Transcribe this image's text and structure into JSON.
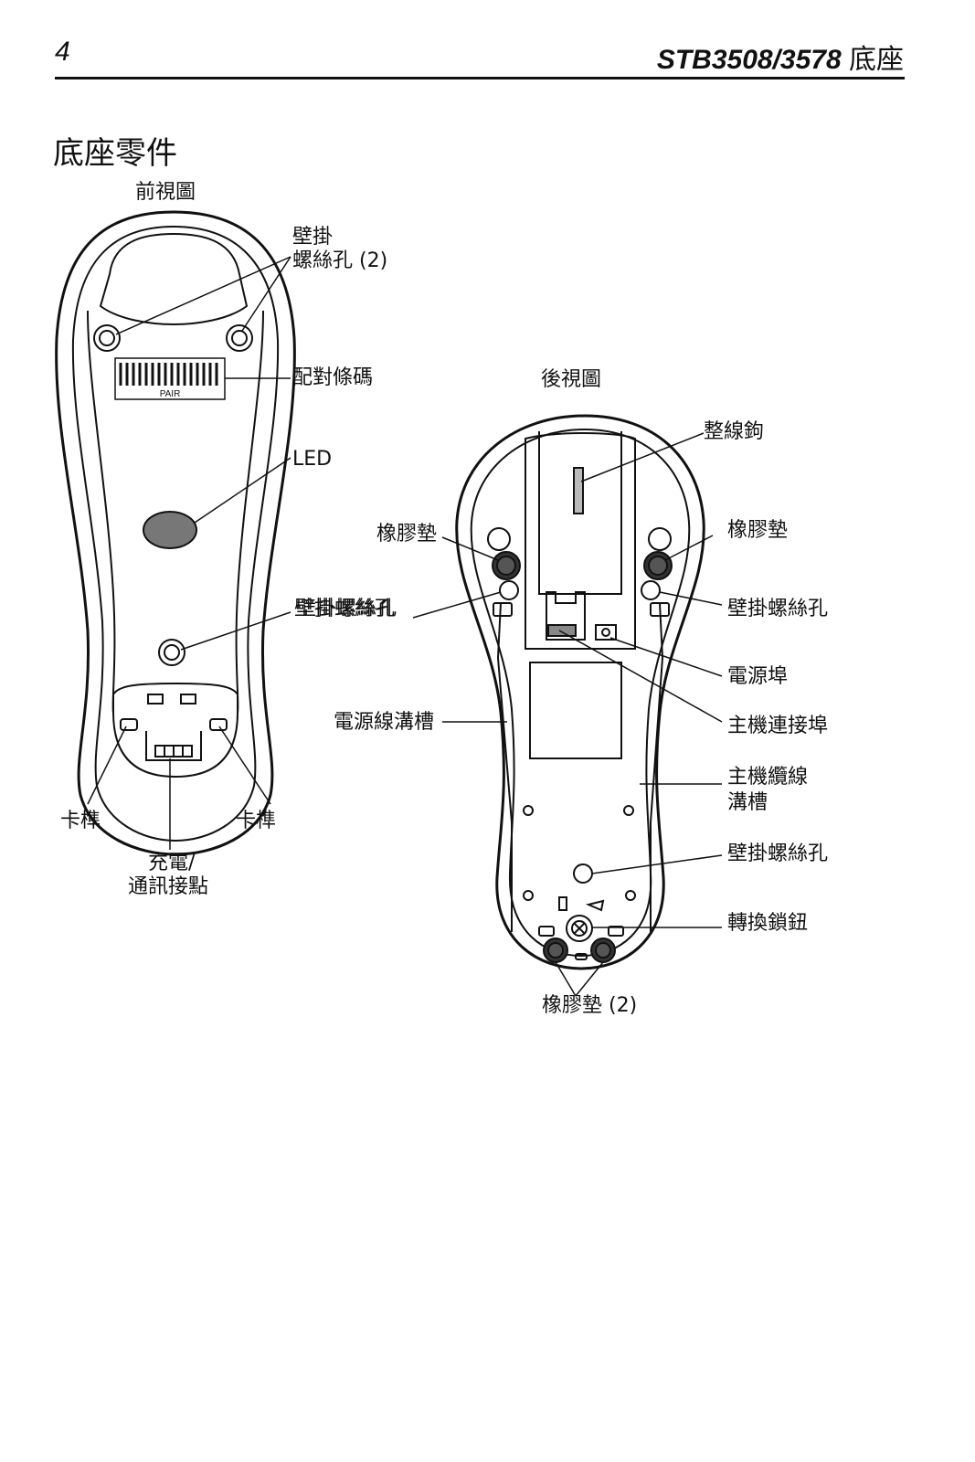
{
  "header": {
    "page_number": "4",
    "title_model": "STB3508/3578",
    "title_suffix": "底座"
  },
  "section_title": "底座零件",
  "front_view": {
    "title": "前視圖",
    "wall_mount_holes_2": [
      "壁掛",
      "螺絲孔 (2)"
    ],
    "pairing_barcode": "配對條碼",
    "barcode_text": "PAIR",
    "led": "LED",
    "wall_mount_hole": "壁掛螺絲孔",
    "latch_left": "卡榫",
    "latch_right": "卡榫",
    "contacts": [
      "充電/",
      "通訊接點"
    ]
  },
  "rear_view": {
    "title": "後視圖",
    "cable_hook": "整線鉤",
    "rubber_pad_left": "橡膠墊",
    "rubber_pad_right": "橡膠墊",
    "wall_hole_left": "壁掛螺絲孔",
    "wall_hole_right": "壁掛螺絲孔",
    "power_port": "電源埠",
    "power_channel": "電源線溝槽",
    "host_port": "主機連接埠",
    "host_channel": [
      "主機纜線",
      "溝槽"
    ],
    "wall_hole_bottom": "壁掛螺絲孔",
    "switch_lock": "轉換鎖鈕",
    "rubber_pads_2": "橡膠墊 (2)"
  }
}
